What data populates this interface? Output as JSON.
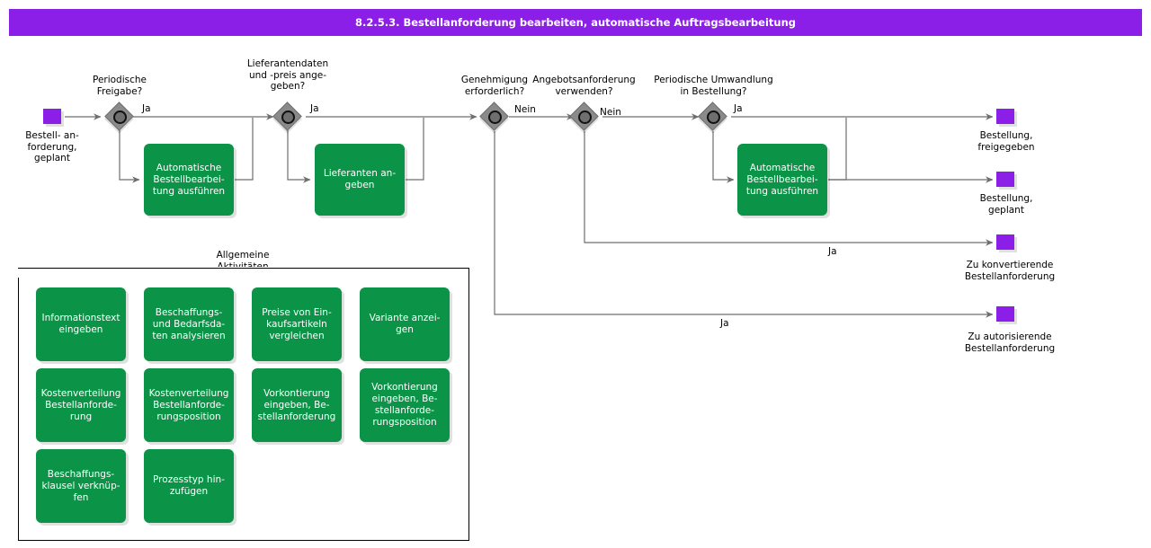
{
  "title": "8.2.5.3. Bestellanforderung bearbeiten, automatische Auftragsbearbeitung",
  "colors": {
    "banner": "#8B1FE8",
    "event": "#8B1FE8",
    "function": "#0B9447",
    "decision": "#8A8A8A",
    "edge": "#6E6E6E",
    "text": "#000000"
  },
  "events": {
    "start": "Bestell- an-\nforderung,\ngeplant",
    "out_bestellung_freigegeben": "Bestellung,\nfreigegeben",
    "out_bestellung_geplant": "Bestellung,\ngeplant",
    "out_zu_konvertierende": "Zu konvertierende\nBestellanforderung",
    "out_zu_autorisierende": "Zu autorisierende\nBestellanforderung"
  },
  "decisions": {
    "d1": "Periodische\nFreigabe?",
    "d2": "Lieferantendaten\nund -preis ange-\ngeben?",
    "d3": "Genehmigung\nerforderlich?",
    "d4": "Angebotsanforderung\nverwenden?",
    "d5": "Periodische Umwandlung\nin Bestellung?"
  },
  "edge_labels": {
    "d1_ja": "Ja",
    "d2_ja": "Ja",
    "d3_nein": "Nein",
    "d4_nein": "Nein",
    "d5_ja": "Ja",
    "konvert_ja": "Ja",
    "autoris_ja": "Ja"
  },
  "functions": {
    "f1": "Automatische\nBestellbearbei-\ntung ausführen",
    "f2": "Lieferanten an-\ngeben",
    "f3": "Automatische\nBestellbearbei-\ntung ausführen"
  },
  "group": {
    "title": "Allgemeine\nAktivitäten",
    "activities": [
      "Informationstext\neingeben",
      "Beschaffungs-\nund Bedarfsda-\nten analysieren",
      "Preise von Ein-\nkaufsartikeln\nvergleichen",
      "Variante anzei-\ngen",
      "Kostenverteilung\nBestellanforde-\nrung",
      "Kostenverteilung\nBestellanforde-\nrungsposition",
      "Vorkontierung\neingeben, Be-\nstellanforderung",
      "Vorkontierung\neingeben, Be-\nstellanforde-\nrungsposition",
      "Beschaffungs-\nklausel verknüp-\nfen",
      "Prozesstyp hin-\nzufügen"
    ]
  }
}
